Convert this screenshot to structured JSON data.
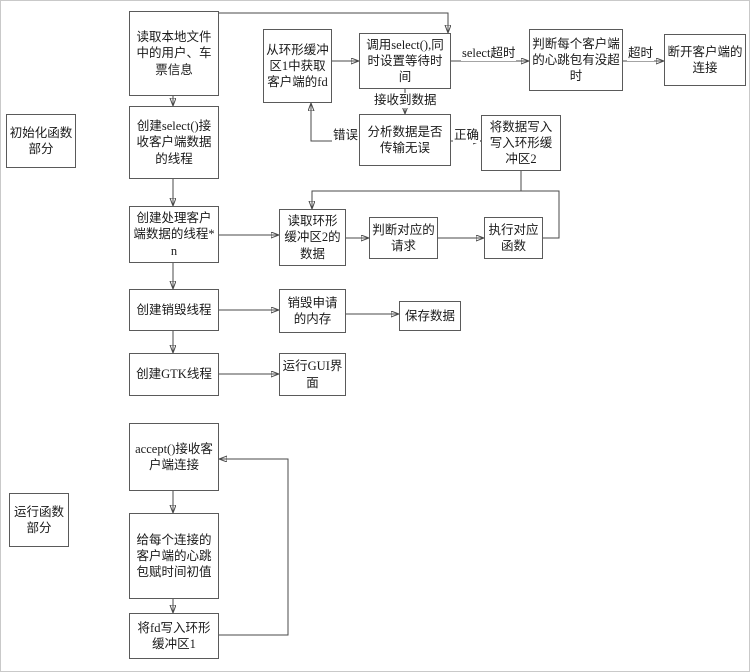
{
  "diagram": {
    "sections": {
      "init": "初始化函数部分",
      "run": "运行函数部分"
    },
    "nodes": {
      "read_local_file": "读取本地文件中的用户、车票信息",
      "create_select_thread": "创建select()接收客户端数据的线程",
      "create_worker_threads": "创建处理客户端数据的线程*n",
      "create_destroy_thread": "创建销毁线程",
      "create_gtk_thread": "创建GTK线程",
      "get_fd_from_ring1": "从环形缓冲区1中获取客户端的fd",
      "call_select": "调用select(),同时设置等待时间",
      "check_heartbeat": "判断每个客户端的心跳包有没超时",
      "disconnect_client": "断开客户端的连接",
      "analyze_data": "分析数据是否传输无误",
      "write_ring2": "将数据写入写入环形缓冲区2",
      "read_ring2": "读取环形缓冲区2的数据",
      "judge_request": "判断对应的请求",
      "exec_function": "执行对应函数",
      "destroy_memory": "销毁申请的内存",
      "save_data": "保存数据",
      "run_gui": "运行GUI界面",
      "accept_connection": "accept()接收客户端连接",
      "init_heartbeat_time": "给每个连接的客户端的心跳包赋时间初值",
      "write_fd_ring1": "将fd写入环形缓冲区1"
    },
    "edge_labels": {
      "select_timeout": "select超时",
      "timeout": "超时",
      "received_data": "接收到数据",
      "correct": "正确",
      "error": "错误"
    },
    "colors": {
      "line": "#4a4a4a",
      "box_border": "#5a5a5a",
      "background": "#ffffff"
    }
  }
}
